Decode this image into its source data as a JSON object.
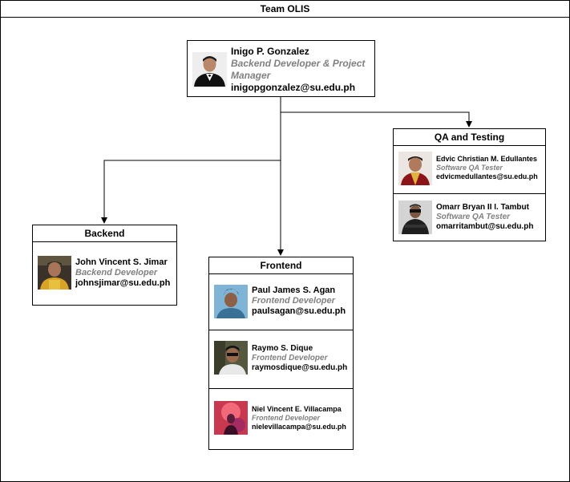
{
  "diagram": {
    "title": "Team OLIS",
    "lead": {
      "name": "Inigo P. Gonzalez",
      "role": "Backend Developer & Project Manager",
      "email": "inigopgonzalez@su.edu.ph"
    },
    "groups": {
      "backend": {
        "title": "Backend",
        "members": [
          {
            "name": "John Vincent S. Jimar",
            "role": "Backend Developer",
            "email": "johnsjimar@su.edu.ph"
          }
        ]
      },
      "frontend": {
        "title": "Frontend",
        "members": [
          {
            "name": "Paul James S. Agan",
            "role": "Frontend Developer",
            "email": "paulsagan@su.edu.ph"
          },
          {
            "name": "Raymo S. Dique",
            "role": "Frontend Developer",
            "email": "raymosdique@su.edu.ph"
          },
          {
            "name": "Niel Vincent E. Villacampa",
            "role": "Frontend Developer",
            "email": "nielevillacampa@su.edu.ph"
          }
        ]
      },
      "qa": {
        "title": "QA and Testing",
        "members": [
          {
            "name": "Edvic Christian M. Edullantes",
            "role": "Software QA Tester",
            "email": "edvicmedullantes@su.edu.ph"
          },
          {
            "name": "Omarr Bryan II I. Tambut",
            "role": "Software QA Tester",
            "email": "omarritambut@su.edu.ph"
          }
        ]
      }
    }
  }
}
